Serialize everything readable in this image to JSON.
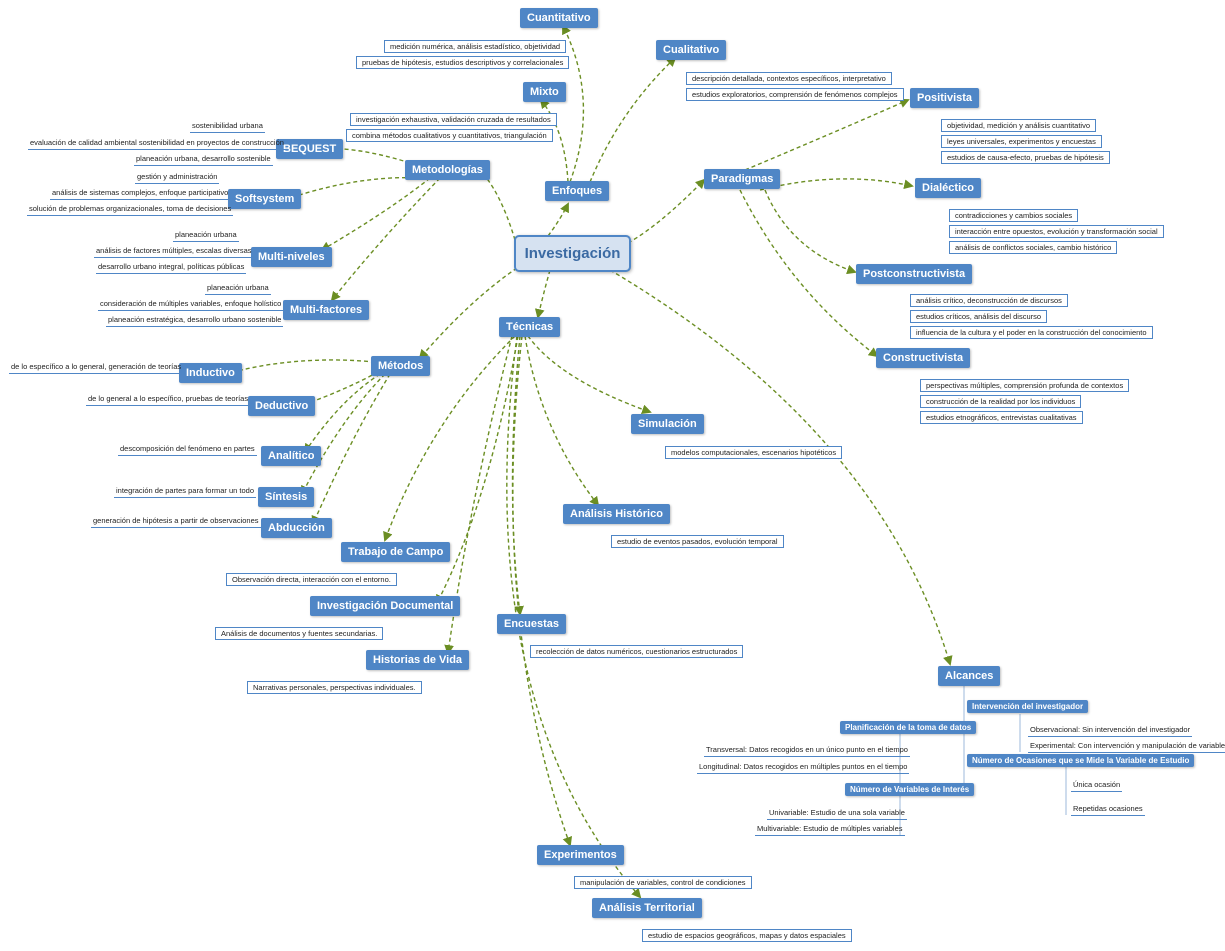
{
  "colors": {
    "node": "#4f86c6",
    "link": "#6b8e23",
    "text_box_border": "#4f86c6",
    "root_fill": "#d6e2f1"
  },
  "root": "Investigación",
  "enfoques": {
    "title": "Enfoques",
    "cuantitativo": {
      "title": "Cuantitativo",
      "details": [
        "medición numérica, análisis estadístico, objetividad",
        "pruebas de hipótesis, estudios descriptivos y correlacionales"
      ]
    },
    "cualitativo": {
      "title": "Cualitativo",
      "details": [
        "descripción detallada, contextos específicos, interpretativo",
        "estudios exploratorios, comprensión de fenómenos complejos"
      ]
    },
    "mixto": {
      "title": "Mixto",
      "details": [
        "investigación exhaustiva, validación cruzada de resultados",
        "combina métodos cualitativos y cuantitativos, triangulación"
      ]
    }
  },
  "metodologias": {
    "title": "Metodologías",
    "bequest": {
      "title": "BEQUEST",
      "details": [
        "sostenibilidad urbana",
        "evaluación de calidad ambiental sostenibilidad en proyectos de construcción",
        "planeación urbana, desarrollo sostenible"
      ]
    },
    "softsystem": {
      "title": "Softsystem",
      "details": [
        "gestión y administración",
        "análisis de sistemas complejos, enfoque participativo",
        "solución de problemas organizacionales, toma de decisiones"
      ]
    },
    "multiniveles": {
      "title": "Multi-niveles",
      "details": [
        "planeación urbana",
        "análisis de factores múltiples, escalas diversas",
        "desarrollo urbano integral, políticas públicas"
      ]
    },
    "multifactores": {
      "title": "Multi-factores",
      "details": [
        "planeación urbana",
        "consideración de múltiples variables, enfoque holístico",
        "planeación estratégica, desarrollo urbano sostenible"
      ]
    }
  },
  "metodos": {
    "title": "Métodos",
    "inductivo": {
      "title": "Inductivo",
      "detail": "de lo específico a lo general, generación de teorías"
    },
    "deductivo": {
      "title": "Deductivo",
      "detail": "de lo general a lo específico, pruebas de teorías"
    },
    "analitico": {
      "title": "Analítico",
      "detail": "descomposición del fenómeno en partes"
    },
    "sintesis": {
      "title": "Síntesis",
      "detail": "integración de partes para formar un todo"
    },
    "abduccion": {
      "title": "Abducción",
      "detail": "generación de hipótesis a partir de observaciones"
    }
  },
  "tecnicas": {
    "title": "Técnicas",
    "simulacion": {
      "title": "Simulación",
      "detail": "modelos computacionales, escenarios hipotéticos"
    },
    "historico": {
      "title": "Análisis Histórico",
      "detail": "estudio de eventos pasados, evolución temporal"
    },
    "campo": {
      "title": "Trabajo de Campo",
      "detail": "Observación directa, interacción con el entorno."
    },
    "documental": {
      "title": "Investigación Documental",
      "detail": "Análisis de documentos y fuentes secundarias."
    },
    "encuestas": {
      "title": "Encuestas",
      "detail": "recolección de datos numéricos, cuestionarios estructurados"
    },
    "historias": {
      "title": "Historias de Vida",
      "detail": "Narrativas personales, perspectivas individuales."
    },
    "experimentos": {
      "title": "Experimentos",
      "detail": "manipulación de variables, control de condiciones"
    },
    "territorial": {
      "title": "Análisis Territorial",
      "detail": "estudio de espacios geográficos, mapas y datos espaciales"
    }
  },
  "paradigmas": {
    "title": "Paradigmas",
    "positivista": {
      "title": "Positivista",
      "details": [
        "objetividad, medición y análisis cuantitativo",
        "leyes universales, experimentos y encuestas",
        "estudios de causa-efecto, pruebas de hipótesis"
      ]
    },
    "dialectico": {
      "title": "Dialéctico",
      "details": [
        "contradicciones y cambios sociales",
        "interacción entre opuestos, evolución y transformación social",
        "análisis de conflictos sociales, cambio histórico"
      ]
    },
    "postconstructivista": {
      "title": "Postconstructivista",
      "details": [
        "análisis crítico, deconstrucción de discursos",
        "estudios críticos, análisis del discurso",
        "influencia de la cultura y el poder en la construcción del conocimiento"
      ]
    },
    "constructivista": {
      "title": "Constructivista",
      "details": [
        "perspectivas múltiples, comprensión profunda de contextos",
        "construcción de la realidad por los individuos",
        "estudios etnográficos, entrevistas cualitativas"
      ]
    }
  },
  "alcances": {
    "title": "Alcances",
    "intervencion": {
      "title": "Intervención del investigador",
      "details": [
        "Observacional: Sin intervención del investigador",
        "Experimental: Con intervención y manipulación de variables"
      ]
    },
    "planificacion": {
      "title": "Planificación de la toma de datos",
      "details": [
        "Transversal: Datos recogidos en un único punto en el tiempo",
        "Longitudinal: Datos recogidos en múltiples puntos en el tiempo"
      ]
    },
    "ocasiones": {
      "title": "Número de Ocasiones que se Mide la Variable de Estudio",
      "details": [
        "Única ocasión",
        "Repetidas ocasiones"
      ]
    },
    "variables": {
      "title": "Número de Variables de Interés",
      "details": [
        "Univariable: Estudio de una sola variable",
        "Multivariable: Estudio de múltiples variables"
      ]
    }
  }
}
